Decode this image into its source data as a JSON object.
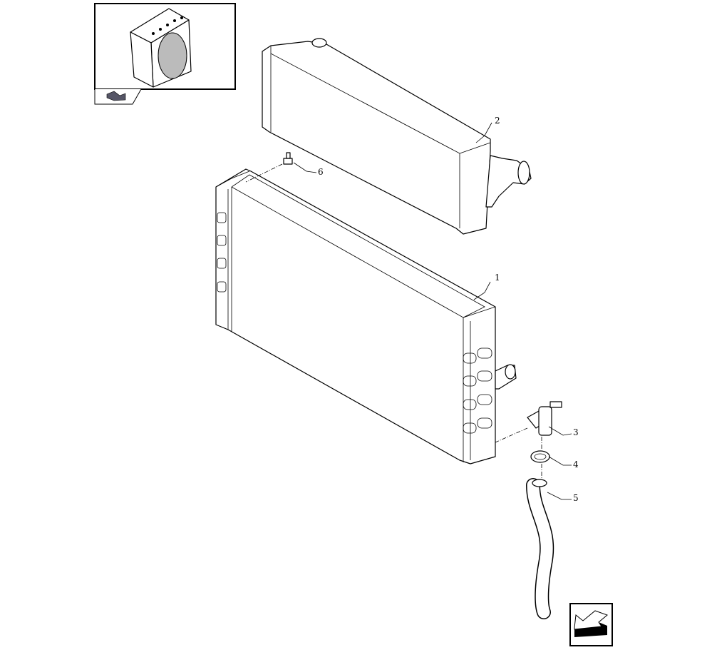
{
  "diagram": {
    "callouts": [
      {
        "id": "1",
        "part": "radiator"
      },
      {
        "id": "2",
        "part": "intercooler"
      },
      {
        "id": "3",
        "part": "drain-valve"
      },
      {
        "id": "4",
        "part": "hose-clamp"
      },
      {
        "id": "5",
        "part": "drain-hose"
      },
      {
        "id": "6",
        "part": "bleed-screw"
      }
    ]
  },
  "icons": {
    "thumbnail": "cooling-assembly-thumbnail",
    "thumbnail_tab": "back-arrow-icon",
    "corner": "previous-page-arrow-icon"
  }
}
